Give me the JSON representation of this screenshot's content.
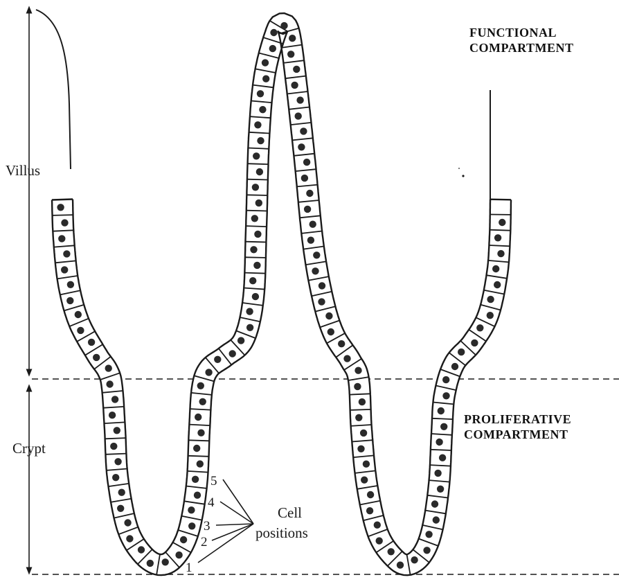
{
  "labels": {
    "villus": "Villus",
    "crypt": "Crypt",
    "functional_line1": "FUNCTIONAL",
    "functional_line2": "COMPARTMENT",
    "proliferative_line1": "PROLIFERATIVE",
    "proliferative_line2": "COMPARTMENT",
    "cell_line1": "Cell",
    "cell_line2": "positions"
  },
  "cell_position_numbers": [
    "1",
    "2",
    "3",
    "4",
    "5"
  ],
  "colors": {
    "ink": "#1a1a1a",
    "fill": "#ffffff",
    "nucleus": "#2a2a2a"
  }
}
